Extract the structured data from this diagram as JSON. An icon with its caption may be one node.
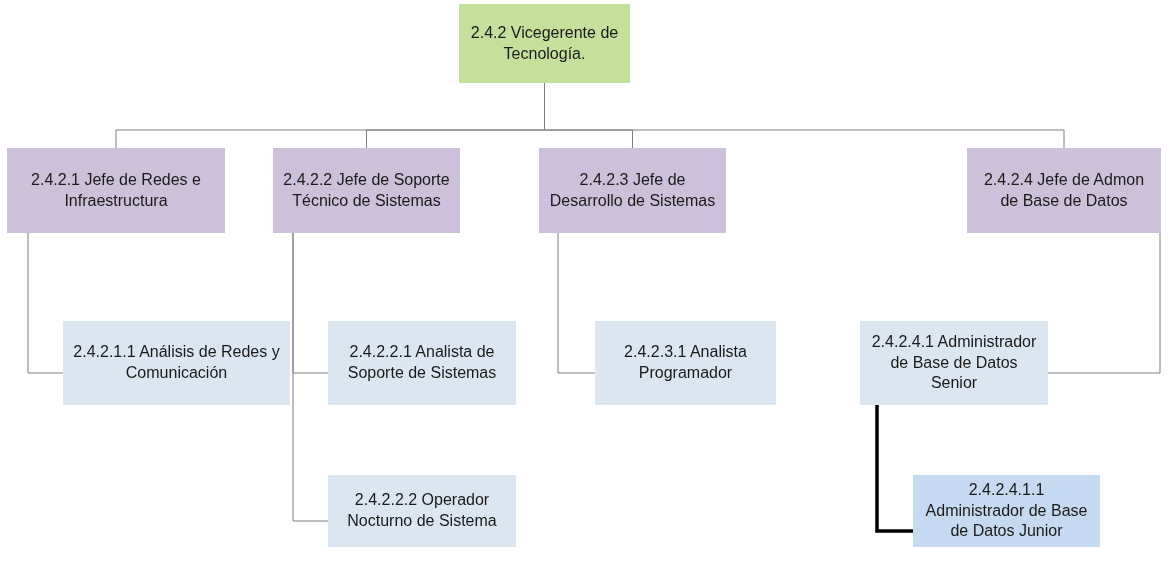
{
  "diagram": {
    "nodes": [
      {
        "text": [
          "2.4.2 Vicegerente de Tecnología."
        ]
      },
      {
        "text": [
          "2.4.2.1 Jefe de Redes e Infraestructura"
        ]
      },
      {
        "text": [
          "2.4.2.2 Jefe de Soporte Técnico de Sistemas"
        ]
      },
      {
        "text": [
          "2.4.2.3 Jefe de Desarrollo de Sistemas"
        ]
      },
      {
        "text": [
          "2.4.2.4 Jefe de Admon de Base de Datos"
        ]
      },
      {
        "text": [
          "2.4.2.1.1 Análisis de Redes y Comunicación"
        ]
      },
      {
        "text": [
          "2.4.2.2.1 Analista de Soporte de Sistemas"
        ]
      },
      {
        "text": [
          "2.4.2.3.1 Analista Programador"
        ]
      },
      {
        "text": [
          "2.4.2.4.1 Administrador de Base de Datos Senior"
        ]
      },
      {
        "text": [
          "2.4.2.2.2 Operador Nocturno de Sistema"
        ]
      },
      {
        "text": [
          "2.4.2.4.1.1 Administrador de Base de Datos Junior"
        ]
      }
    ],
    "edges": [
      {
        "from": 0,
        "to": 1,
        "arrow": "none"
      },
      {
        "from": 0,
        "to": 2,
        "arrow": "none"
      },
      {
        "from": 0,
        "to": 3,
        "arrow": "none"
      },
      {
        "from": 0,
        "to": 4,
        "arrow": "none"
      },
      {
        "from": 1,
        "to": 5,
        "arrow": "none"
      },
      {
        "from": 2,
        "to": 6,
        "arrow": "none"
      },
      {
        "from": 2,
        "to": 9,
        "arrow": "none"
      },
      {
        "from": 3,
        "to": 7,
        "arrow": "none"
      },
      {
        "from": 4,
        "to": 8,
        "arrow": "none"
      },
      {
        "from": 8,
        "to": 10,
        "arrow": "none",
        "style": "thick",
        "color": "#000000"
      }
    ]
  }
}
